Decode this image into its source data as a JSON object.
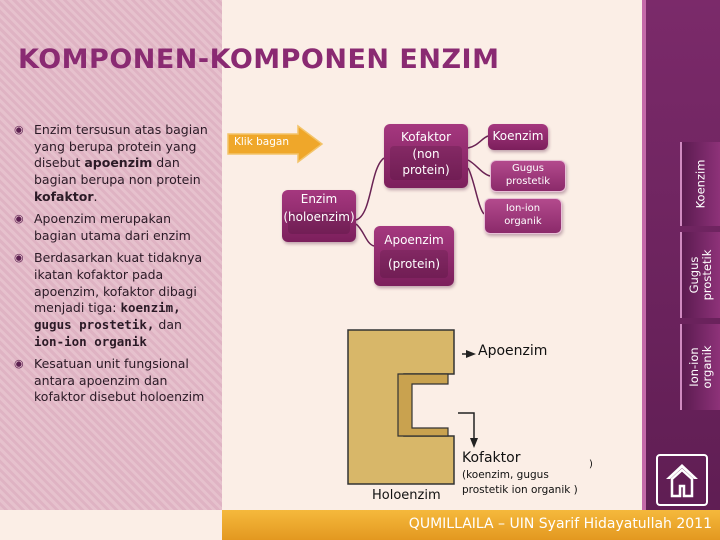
{
  "slide": {
    "title": "KOMPONEN-KOMPONEN ENZIM",
    "bullets": [
      {
        "parts": [
          {
            "text": "Enzim tersusun atas bagian yang berupa protein yang disebut ",
            "bold": false,
            "mono": false
          },
          {
            "text": "apoenzim",
            "bold": true,
            "mono": false
          },
          {
            "text": " dan bagian berupa non protein ",
            "bold": false,
            "mono": false
          },
          {
            "text": "kofaktor",
            "bold": true,
            "mono": false
          },
          {
            "text": ".",
            "bold": false,
            "mono": false
          }
        ]
      },
      {
        "parts": [
          {
            "text": "Apoenzim merupakan bagian utama dari enzim",
            "bold": false,
            "mono": false
          }
        ]
      },
      {
        "parts": [
          {
            "text": "Berdasarkan kuat tidaknya ikatan kofaktor pada apoenzim, kofaktor dibagi menjadi tiga: ",
            "bold": false,
            "mono": false
          },
          {
            "text": "koenzim, gugus prostetik,",
            "bold": true,
            "mono": true
          },
          {
            "text": " dan ",
            "bold": false,
            "mono": false
          },
          {
            "text": "ion-ion organik",
            "bold": true,
            "mono": true
          }
        ]
      },
      {
        "parts": [
          {
            "text": "Kesatuan unit fungsional antara apoenzim dan kofaktor disebut holoenzim",
            "bold": false,
            "mono": false
          }
        ]
      }
    ]
  },
  "chart_nodes": {
    "enzim": {
      "label": "Enzim",
      "sub": "(holoenzim)"
    },
    "kofaktor": {
      "label": "Kofaktor",
      "sub": "(non protein)"
    },
    "apoenzim": {
      "label": "Apoenzim",
      "sub": "(protein)"
    },
    "koenzim": {
      "label": "Koenzim"
    },
    "gugus": {
      "label": "Gugus prostetik"
    },
    "ion": {
      "label": "Ion-ion organik"
    }
  },
  "klik_button": {
    "label": "Klik bagan"
  },
  "diagram": {
    "apoenzim_label": "Apoenzim",
    "kofaktor_label": "Kofaktor",
    "kofaktor_note": "(koenzim, gugus prostetik ion organik )",
    "holoenzim_label": "Holoenzim",
    "stray_paren": ")"
  },
  "nav": {
    "tabs": [
      "Koenzim",
      "Gugus prostetik",
      "Ion-ion organik"
    ],
    "home_icon": "home-icon"
  },
  "footer": {
    "text": "QUMILLAILA – UIN Syarif Hidayatullah 2011"
  },
  "colors": {
    "accent": "#8a2a72",
    "node": "#8e2a6b",
    "footer": "#f0aa2e",
    "sidebar": "#6b2460"
  }
}
